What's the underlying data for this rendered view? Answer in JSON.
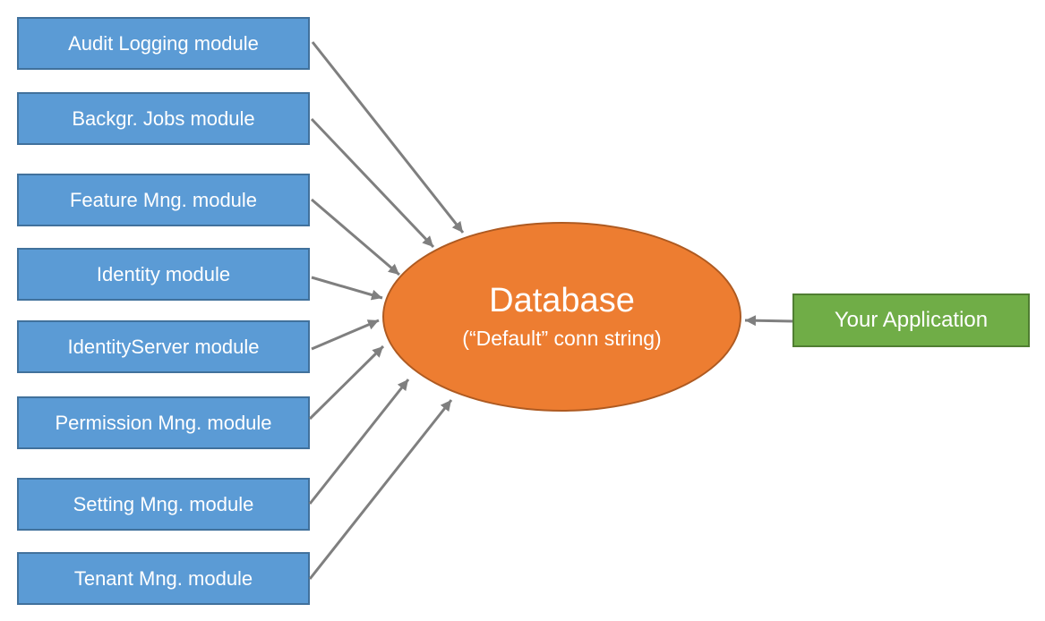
{
  "modules": [
    {
      "label": "Audit Logging module"
    },
    {
      "label": "Backgr. Jobs module"
    },
    {
      "label": "Feature Mng. module"
    },
    {
      "label": "Identity module"
    },
    {
      "label": "IdentityServer module"
    },
    {
      "label": "Permission Mng. module"
    },
    {
      "label": "Setting Mng. module"
    },
    {
      "label": "Tenant Mng. module"
    }
  ],
  "database": {
    "title": "Database",
    "subtitle": "(“Default” conn string)"
  },
  "application": {
    "label": "Your Application"
  },
  "connections": [
    {
      "from": "Audit Logging module",
      "to": "Database"
    },
    {
      "from": "Backgr. Jobs module",
      "to": "Database"
    },
    {
      "from": "Feature Mng. module",
      "to": "Database"
    },
    {
      "from": "Identity module",
      "to": "Database"
    },
    {
      "from": "IdentityServer module",
      "to": "Database"
    },
    {
      "from": "Permission Mng. module",
      "to": "Database"
    },
    {
      "from": "Setting Mng. module",
      "to": "Database"
    },
    {
      "from": "Tenant Mng. module",
      "to": "Database"
    },
    {
      "from": "Your Application",
      "to": "Database"
    }
  ],
  "colors": {
    "module_fill": "#5B9BD5",
    "module_border": "#41719C",
    "database_fill": "#ED7D31",
    "database_border": "#AE5A21",
    "application_fill": "#70AD47",
    "application_border": "#507E32",
    "arrow": "#7F7F7F",
    "text": "#FFFFFF",
    "background": "#FFFFFF"
  }
}
